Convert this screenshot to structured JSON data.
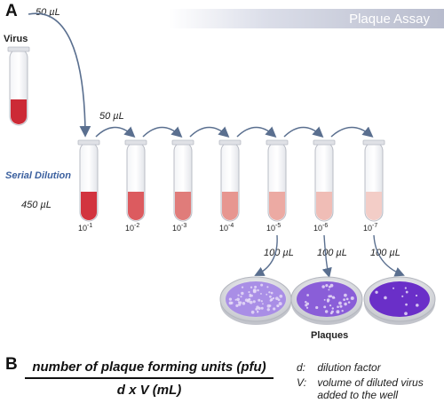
{
  "header": {
    "title": "Plaque Assay"
  },
  "panel_a": {
    "label": "A",
    "virus_label": "Virus",
    "transfer_volume_top": "50 µL",
    "transfer_volume_series": "50 µL",
    "series_label": "Serial Dilution",
    "diluent_volume": "450 µL",
    "dilutions": [
      {
        "base": "10",
        "exp": "-1"
      },
      {
        "base": "10",
        "exp": "-2"
      },
      {
        "base": "10",
        "exp": "-3"
      },
      {
        "base": "10",
        "exp": "-4"
      },
      {
        "base": "10",
        "exp": "-5"
      },
      {
        "base": "10",
        "exp": "-6"
      },
      {
        "base": "10",
        "exp": "-7"
      }
    ],
    "plating_volumes": [
      "100 µL",
      "100 µL",
      "100 µL"
    ],
    "plates_label": "Plaques"
  },
  "panel_b": {
    "label": "B",
    "numerator": "number of plaque forming units (pfu)",
    "denominator": "d x V (mL)",
    "legend": [
      {
        "symbol": "d:",
        "text": "dilution factor"
      },
      {
        "symbol": "V:",
        "text": "volume of diluted virus added to the well"
      }
    ]
  },
  "colors": {
    "liquid_gradient": [
      "#d2343f",
      "#dc5b5f",
      "#e07c7a",
      "#e79690",
      "#ecaaa3",
      "#f0bdb6",
      "#f3cdc7"
    ],
    "plate_fill": [
      "#a98ee6",
      "#8a5ed8",
      "#6a2fc8"
    ],
    "arrow": "#5a6f8f",
    "label_blue": "#3a5f9e"
  }
}
